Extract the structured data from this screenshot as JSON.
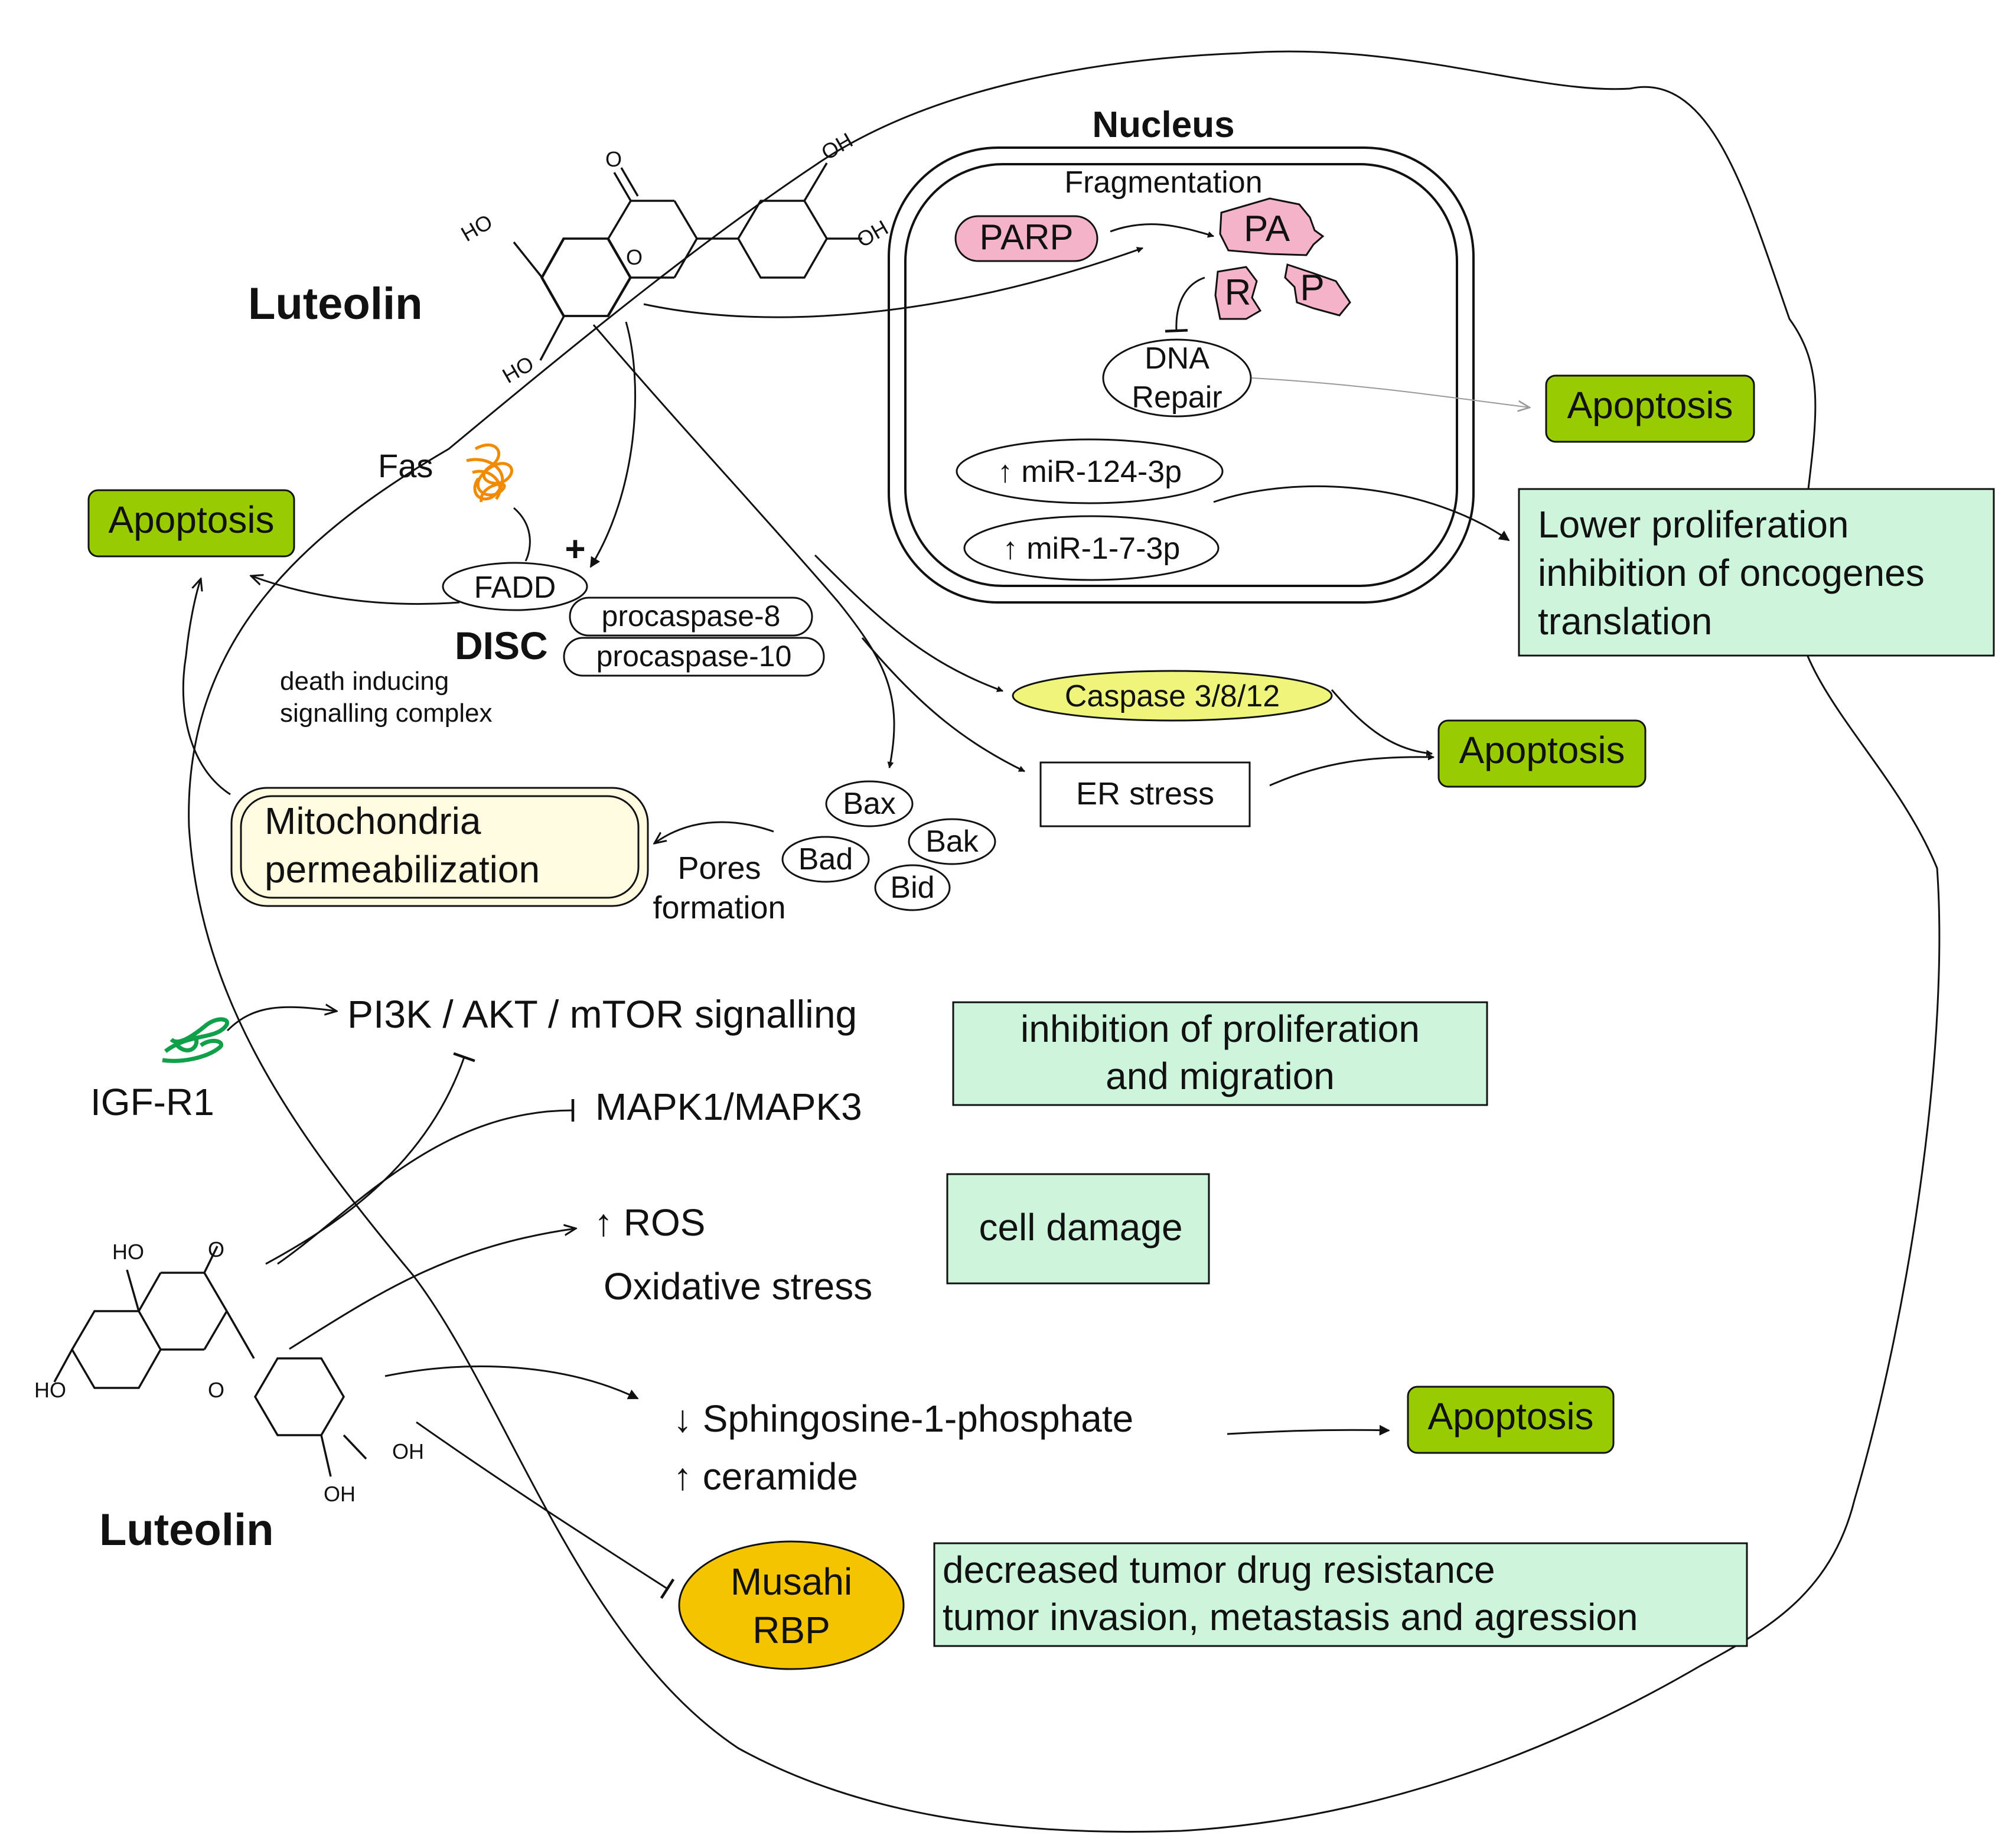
{
  "labels": {
    "nucleus": "Nucleus",
    "fragmentation": "Fragmentation",
    "parp": "PARP",
    "pa": "PA",
    "r": "R",
    "p": "P",
    "dna_repair_1": "DNA",
    "dna_repair_2": "Repair",
    "apoptosis_nucleus": "Apoptosis",
    "mir124": "↑ miR-124-3p",
    "mir1": "↑ miR-1-7-3p",
    "lower_prolif": [
      "Lower proliferation",
      "inhibition of oncogenes",
      "translation"
    ],
    "luteolin_top": "Luteolin",
    "luteolin_bottom": "Luteolin",
    "fas": "Fas",
    "apoptosis_disc": "Apoptosis",
    "fadd": "FADD",
    "plus": "+",
    "procaspase8": "procaspase-8",
    "procaspase10": "procaspase-10",
    "disc": "DISC",
    "disc_desc": [
      "death inducing",
      "signalling complex"
    ],
    "caspase": "Caspase 3/8/12",
    "er_stress": "ER stress",
    "apoptosis_er": "Apoptosis",
    "bax": "Bax",
    "bak": "Bak",
    "bad": "Bad",
    "bid": "Bid",
    "pores": [
      "Pores",
      "formation"
    ],
    "mito": [
      "Mitochondria",
      "permeabilization"
    ],
    "igfr1": "IGF-R1",
    "pi3k": "PI3K / AKT / mTOR signalling",
    "inhib_prolif": [
      "inhibition of proliferation",
      "and migration"
    ],
    "mapk": "MAPK1/MAPK3",
    "ros": "↑ ROS",
    "oxidative": "Oxidative stress",
    "cell_damage": "cell damage",
    "s1p": "↓ Sphingosine-1-phosphate",
    "ceramide": "↑ ceramide",
    "apoptosis_s1p": "Apoptosis",
    "musashi": [
      "Musahi",
      "RBP"
    ],
    "drug_resist": [
      "decreased tumor drug resistance",
      "tumor invasion, metastasis and agression"
    ],
    "chem_top": {
      "o": "O",
      "oh1": "OH",
      "oh2": "OH",
      "ho1": "HO",
      "ho2": "HO",
      "ring_o": "O"
    },
    "chem_bottom": {
      "ho1": "HO",
      "o": "O",
      "ho2": "HO",
      "ring_o": "O",
      "oh1": "OH",
      "oh2": "OH"
    }
  },
  "colors": {
    "apoptosis_fill": "#99cc00",
    "result_fill": "#ccf5dc",
    "pink_fill": "#f4b3c8",
    "caspase_fill": "#eef57a",
    "mito_fill": "#fffbe0",
    "musashi_fill": "#f5c400",
    "fas_color": "#f08a00",
    "igfr_color": "#11a04a"
  }
}
